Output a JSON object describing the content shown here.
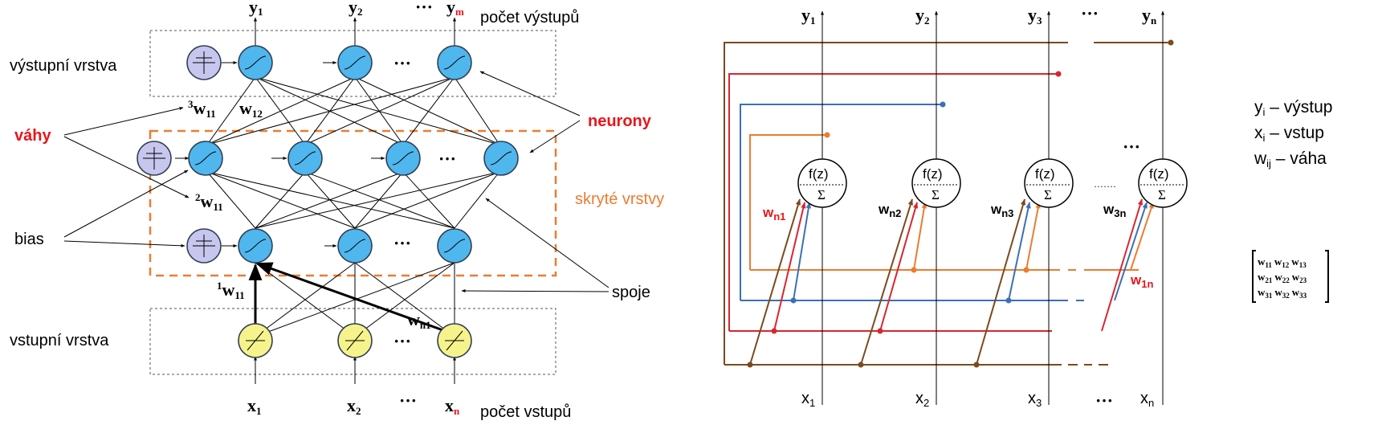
{
  "left": {
    "outputs": [
      "y",
      "y",
      "y"
    ],
    "output_subs": [
      "1",
      "2",
      "m"
    ],
    "output_count_label": "počet výstupů",
    "output_layer_label": "výstupní vrstva",
    "weights_label": "váhy",
    "bias_label": "bias",
    "input_layer_label": "vstupní vrstva",
    "neurons_label": "neurony",
    "hidden_label": "skryté vrstvy",
    "connections_label": "spoje",
    "inputs": [
      "x",
      "x",
      "x"
    ],
    "input_subs": [
      "1",
      "2",
      "n"
    ],
    "input_count_label": "počet vstupů",
    "dots": "···",
    "w3_pre": "3",
    "w3": "w",
    "w3_sub": "11",
    "w12": "w",
    "w12_sub": "12",
    "w2_pre": "2",
    "w2": "w",
    "w2_sub": "11",
    "w1_pre": "1",
    "w1": "w",
    "w1_sub": "11",
    "wn1": "w",
    "wn1_sub": "n1"
  },
  "right": {
    "outputs": [
      "y",
      "y",
      "y",
      "y"
    ],
    "output_subs": [
      "1",
      "2",
      "3",
      "n"
    ],
    "inputs": [
      "x",
      "x",
      "x",
      "x"
    ],
    "input_subs": [
      "1",
      "2",
      "3",
      "n"
    ],
    "fz": "f(z)",
    "sigma": "Σ",
    "dots": "···",
    "small_dots": "·······",
    "w_labels": [
      {
        "t": "w",
        "s": "n1",
        "color": "#e8161b"
      },
      {
        "t": "w",
        "s": "n2",
        "color": "#000000"
      },
      {
        "t": "w",
        "s": "n3",
        "color": "#000000"
      },
      {
        "t": "w",
        "s": "3n",
        "color": "#000000"
      },
      {
        "t": "w",
        "s": "1n",
        "color": "#e8161b"
      }
    ],
    "line_colors": {
      "brown": "#7a4a1e",
      "red": "#d8262f",
      "blue": "#3c6fb6",
      "orange": "#ec7c30"
    }
  },
  "legend": {
    "l1_a": "y",
    "l1_s": "i",
    "l1_b": " – výstup",
    "l2_a": "x",
    "l2_s": "i",
    "l2_b": " – vstup",
    "l3_a": "w",
    "l3_s": "ij",
    "l3_b": " – váha"
  },
  "matrix": [
    [
      "w",
      "11",
      "w",
      "12",
      "w",
      "13"
    ],
    [
      "w",
      "21",
      "w",
      "22",
      "w",
      "23"
    ],
    [
      "w",
      "31",
      "w",
      "32",
      "w",
      "33"
    ]
  ],
  "colors": {
    "red": "#e8161b",
    "orange": "#ec7c30",
    "neuron_blue": "#4fb6ee",
    "neuron_yellow": "#f6f38c",
    "neuron_bias": "#c7c6ee"
  }
}
